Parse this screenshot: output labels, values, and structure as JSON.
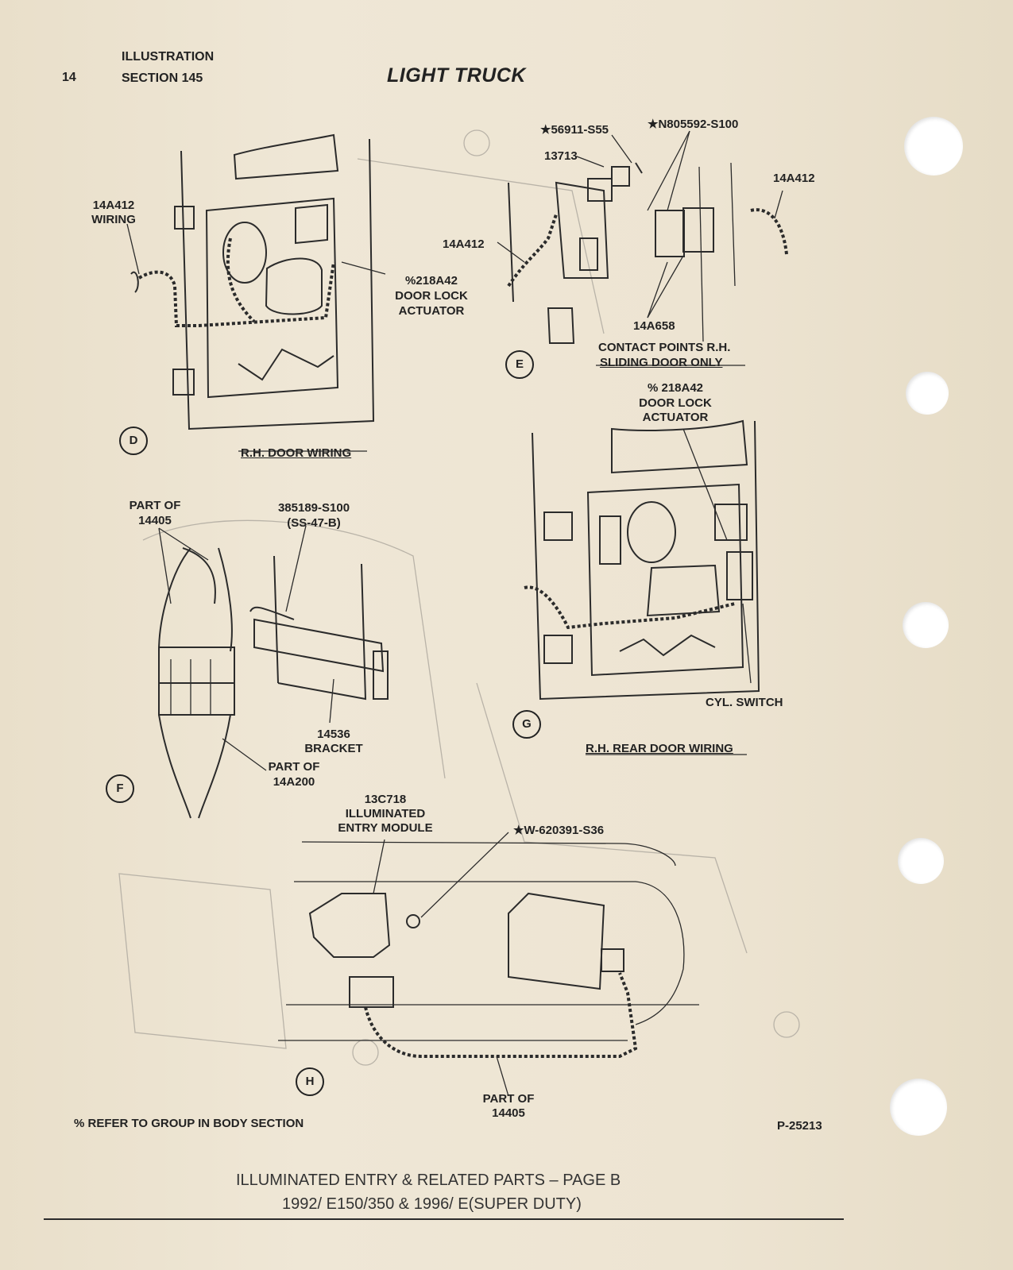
{
  "header": {
    "page_number": "14",
    "section_line1": "ILLUSTRATION",
    "section_line2": "SECTION 145",
    "title": "LIGHT TRUCK"
  },
  "views": {
    "D": {
      "letter": "D",
      "caption": "R.H. DOOR WIRING",
      "labels": [
        "14A412",
        "WIRING",
        "%218A42",
        "DOOR LOCK",
        "ACTUATOR"
      ]
    },
    "E": {
      "letter": "E",
      "caption_line1": "CONTACT POINTS R.H.",
      "caption_line2": "SLIDING DOOR ONLY",
      "labels": [
        "★56911-S55",
        "★N805592-S100",
        "13713",
        "14A412",
        "14A412",
        "14A658"
      ]
    },
    "F": {
      "letter": "F",
      "labels": [
        "PART OF",
        "14405",
        "385189-S100",
        "(SS-47-B)",
        "14536",
        "BRACKET",
        "PART OF",
        "14A200"
      ]
    },
    "G": {
      "letter": "G",
      "caption": "R.H. REAR DOOR WIRING",
      "labels": [
        "% 218A42",
        "DOOR LOCK",
        "ACTUATOR",
        "CYL. SWITCH"
      ]
    },
    "H": {
      "letter": "H",
      "labels": [
        "13C718",
        "ILLUMINATED",
        "ENTRY MODULE",
        "★W-620391-S36",
        "PART OF",
        "14405"
      ]
    }
  },
  "footer": {
    "note": "% REFER TO GROUP IN BODY SECTION",
    "code": "P-25213",
    "caption_line1": "ILLUMINATED ENTRY & RELATED PARTS – PAGE B",
    "caption_line2": "1992/ E150/350 & 1996/ E(SUPER DUTY)"
  }
}
